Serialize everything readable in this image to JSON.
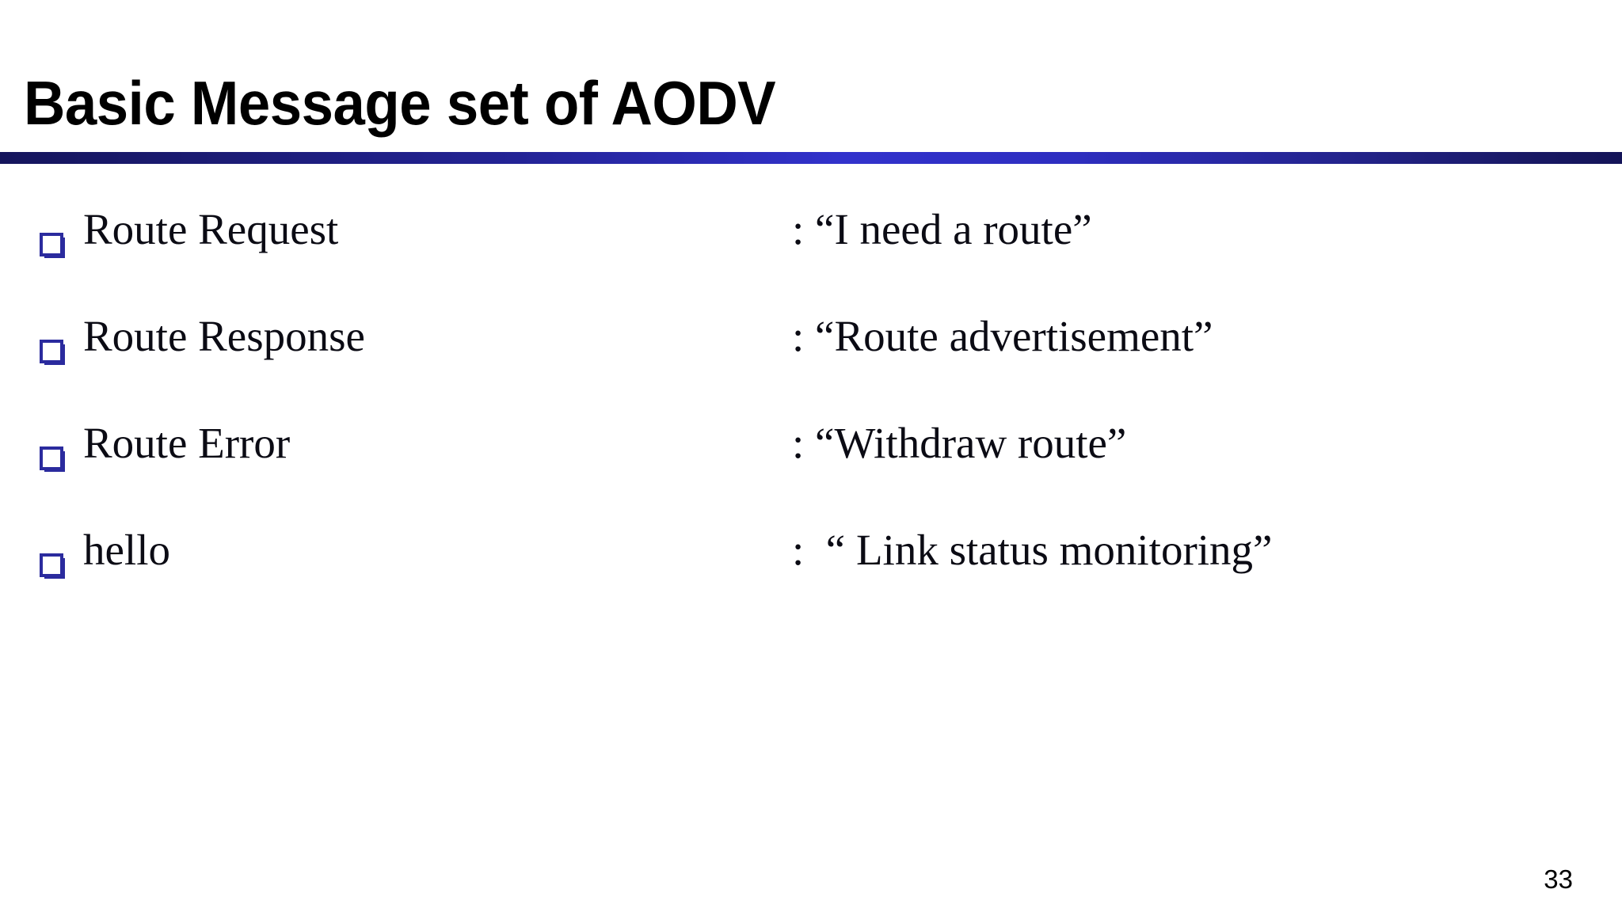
{
  "slide": {
    "title": "Basic Message set of AODV",
    "page_number": "33",
    "background_color": "#ffffff",
    "title_color": "#000000",
    "text_color": "#0b0b14",
    "accent_color": "#2b2b9e",
    "divider": {
      "name": "title-divider",
      "gradient_from": "#15155c",
      "gradient_mid": "#3232cc",
      "gradient_to": "#141458"
    },
    "bullet_icon": "hollow-square-bullet"
  },
  "bullets": [
    {
      "term": "Route Request",
      "definition": ": “I need a route”"
    },
    {
      "term": "Route Response",
      "definition": ": “Route advertisement”"
    },
    {
      "term": "Route Error",
      "definition": ": “Withdraw route”"
    },
    {
      "term": "hello",
      "definition": ":  “ Link status monitoring”"
    }
  ]
}
